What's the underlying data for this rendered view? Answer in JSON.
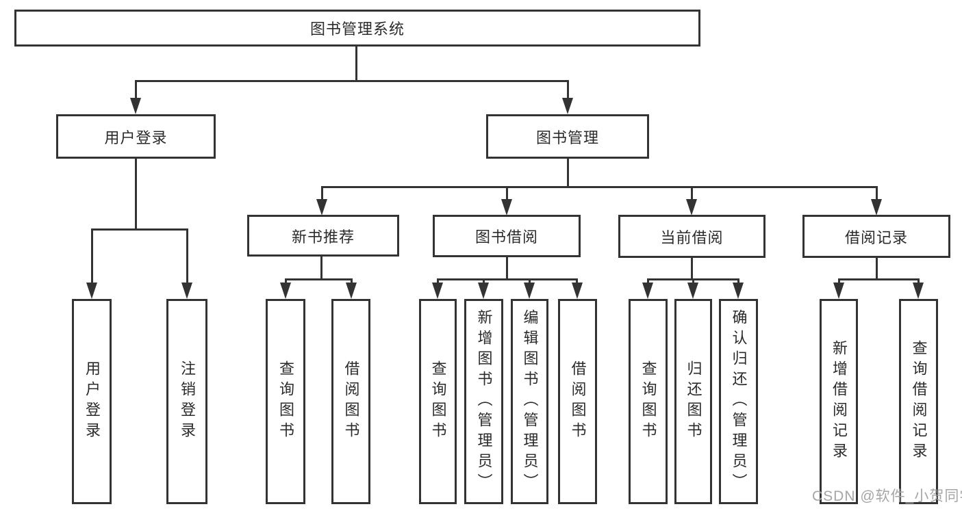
{
  "colors": {
    "line": "#333333",
    "text": "#2b2b2b",
    "watermark": "#a6a6a6",
    "background": "#ffffff"
  },
  "watermark": "CSDN @软件_小贺同学",
  "tree": {
    "root": "图书管理系统",
    "user_login": {
      "label": "用户登录",
      "children": [
        "用户登录",
        "注销登录"
      ]
    },
    "book_mgmt": {
      "label": "图书管理",
      "sections": [
        {
          "label": "新书推荐",
          "children": [
            "查询图书",
            "借阅图书"
          ]
        },
        {
          "label": "图书借阅",
          "children": [
            "查询图书",
            "新增图书（管理员）",
            "编辑图书（管理员）",
            "借阅图书"
          ]
        },
        {
          "label": "当前借阅",
          "children": [
            "查询图书",
            "归还图书",
            "确认归还（管理员）"
          ]
        },
        {
          "label": "借阅记录",
          "children": [
            "新增借阅记录",
            "查询借阅记录"
          ]
        }
      ]
    }
  }
}
